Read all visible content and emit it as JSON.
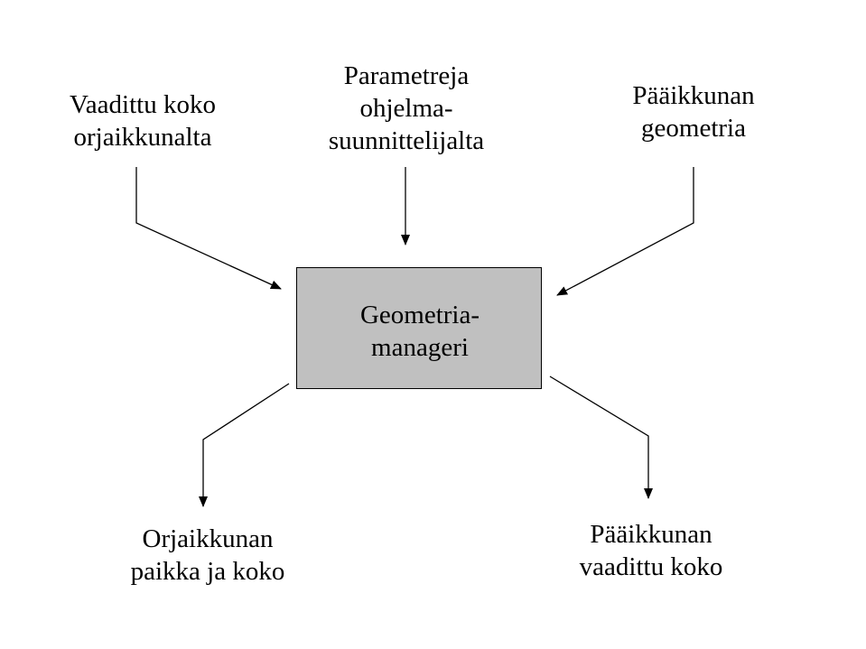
{
  "labels": {
    "top_left": [
      "Vaadittu koko",
      "orjaikkunalta"
    ],
    "top_center": [
      "Parametreja",
      "ohjelma-",
      "suunnittelijalta"
    ],
    "top_right": [
      "Pääikkunan",
      "geometria"
    ],
    "center": [
      "Geometria-",
      "manageri"
    ],
    "bottom_left": [
      "Orjaikkunan",
      "paikka ja koko"
    ],
    "bottom_right": [
      "Pääikkunan",
      "vaadittu koko"
    ]
  },
  "colors": {
    "box_fill": "#c0c0c0",
    "line": "#000000",
    "background": "#ffffff"
  }
}
